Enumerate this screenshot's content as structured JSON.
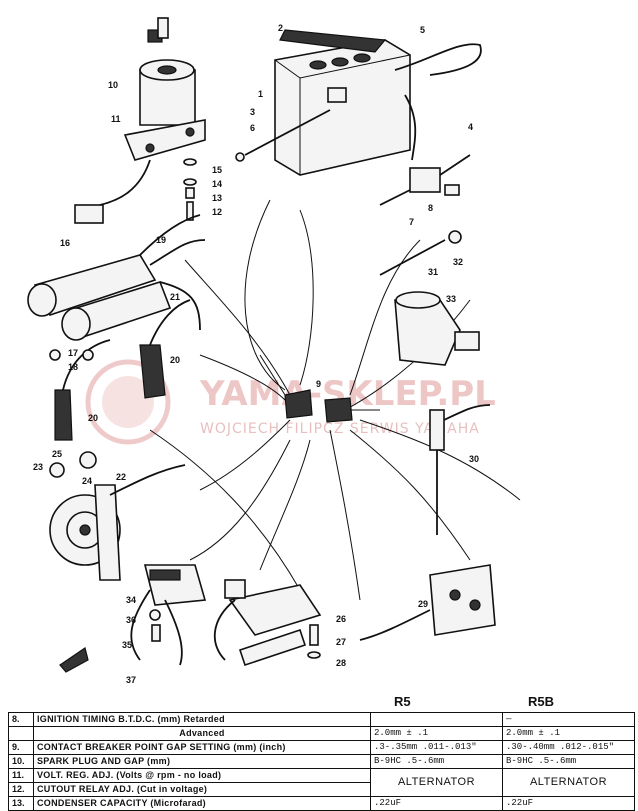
{
  "watermark": {
    "brand": "YAMA-SKLEP.PL",
    "subtitle": "WOJCIECH FILIPCZ SERWIS YAMAHA"
  },
  "callouts": [
    "1",
    "2",
    "3",
    "4",
    "5",
    "6",
    "7",
    "8",
    "9",
    "10",
    "11",
    "12",
    "13",
    "14",
    "15",
    "16",
    "17",
    "18",
    "19",
    "20",
    "20",
    "21",
    "22",
    "23",
    "24",
    "25",
    "26",
    "27",
    "28",
    "29",
    "30",
    "31",
    "32",
    "33",
    "34",
    "35",
    "36",
    "37"
  ],
  "table": {
    "columns": [
      "R5",
      "R5B"
    ],
    "rows": [
      {
        "num": "8.",
        "item": "IGNITION TIMING B.T.D.C. (mm) Retarded",
        "r5": "",
        "r5b": "—"
      },
      {
        "num": "",
        "item": "Advanced",
        "r5": "2.0mm ± .1",
        "r5b": "2.0mm ± .1"
      },
      {
        "num": "9.",
        "item": "CONTACT BREAKER POINT GAP SETTING (mm) (inch)",
        "r5": ".3-.35mm  .011-.013\"",
        "r5b": ".30-.40mm .012-.015\""
      },
      {
        "num": "10.",
        "item": "SPARK PLUG AND GAP (mm)",
        "r5": "B-9HC  .5-.6mm",
        "r5b": "B-9HC  .5-.6mm"
      },
      {
        "num": "11.",
        "item": "VOLT. REG. ADJ.  (Volts @ rpm - no load)",
        "r5": "ALTERNATOR",
        "r5b": "ALTERNATOR"
      },
      {
        "num": "12.",
        "item": "CUTOUT RELAY ADJ. (Cut in voltage)",
        "r5": "",
        "r5b": ""
      },
      {
        "num": "13.",
        "item": "CONDENSER CAPACITY (Microfarad)",
        "r5": ".22uF",
        "r5b": ".22uF"
      }
    ]
  }
}
